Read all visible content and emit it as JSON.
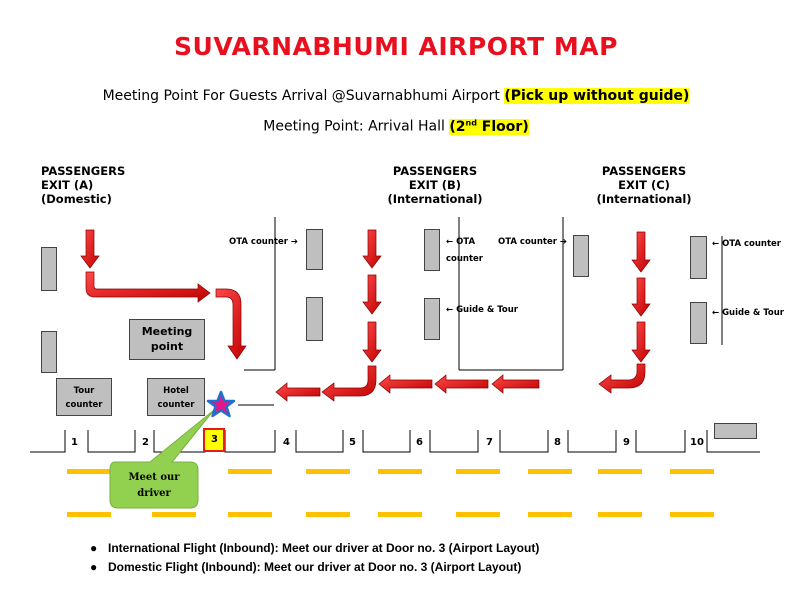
{
  "title": "SUVARNABHUMI AIRPORT MAP",
  "subtitle1": {
    "text": "Meeting Point For Guests Arrival @Suvarnabhumi Airport ",
    "highlight": "(Pick up without guide)"
  },
  "subtitle2": {
    "text": "Meeting Point: Arrival Hall ",
    "highlight_pre": "(2",
    "sup": "nd",
    "highlight_post": " Floor)"
  },
  "exits": [
    {
      "line1": "PASSENGERS",
      "line2": "EXIT (A)",
      "line3": "(Domestic)"
    },
    {
      "line1": "PASSENGERS",
      "line2": "EXIT (B)",
      "line3": "(International)"
    },
    {
      "line1": "PASSENGERS",
      "line2": "EXIT (C)",
      "line3": "(International)"
    }
  ],
  "counters": {
    "ota_1": "OTA counter ➔",
    "ota_2a": "← OTA",
    "ota_2b": "counter",
    "ota_3": "OTA counter ➔",
    "ota_4": "← OTA counter",
    "guide_1": "← Guide & Tour",
    "guide_2": "← Guide & Tour"
  },
  "meeting_point": {
    "line1": "Meeting",
    "line2": "point"
  },
  "tour_counter": {
    "line1": "Tour",
    "line2": "counter"
  },
  "hotel_counter": {
    "line1": "Hotel",
    "line2": "counter"
  },
  "doors": [
    "1",
    "2",
    "3",
    "4",
    "5",
    "6",
    "7",
    "8",
    "9",
    "10"
  ],
  "callout": {
    "line1": "Meet our",
    "line2": "driver"
  },
  "notes": [
    "International Flight (Inbound): Meet our driver at Door no. 3 (Airport Layout)",
    "Domestic Flight (Inbound): Meet our driver at Door no. 3 (Airport Layout)"
  ],
  "colors": {
    "title": "#e8101e",
    "highlight": "#ffff00",
    "arrow": "#e31a1a",
    "lane": "#ffc000",
    "callout": "#92d050",
    "star": "#1f6fd0",
    "door3": "#e31a1a"
  },
  "icons": {
    "pin": "star-icon",
    "bullet": "bullet-icon"
  }
}
